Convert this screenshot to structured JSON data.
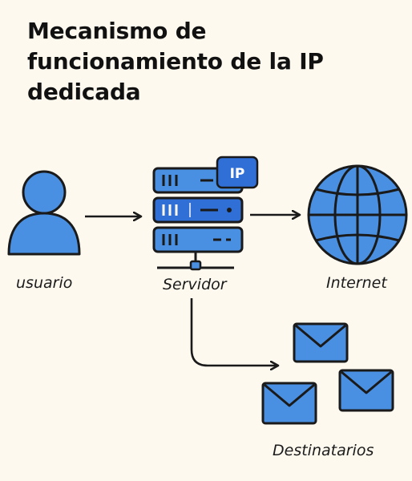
{
  "title": {
    "line1": "Mecanismo de",
    "line2": "funcionamiento de la IP",
    "line3": "dedicada"
  },
  "nodes": {
    "user": {
      "label": "usuario",
      "icon": "user-icon"
    },
    "server": {
      "label": "Servidor",
      "icon": "server-icon",
      "badge": "IP"
    },
    "internet": {
      "label": "Internet",
      "icon": "globe-icon"
    },
    "recipients": {
      "label": "Destinatarios",
      "icon": "envelope-icon"
    }
  },
  "colors": {
    "background": "#fdf9ef",
    "icon_fill": "#4a90e2",
    "icon_stroke": "#1a1a1a",
    "badge_fill": "#2f6fd6"
  }
}
